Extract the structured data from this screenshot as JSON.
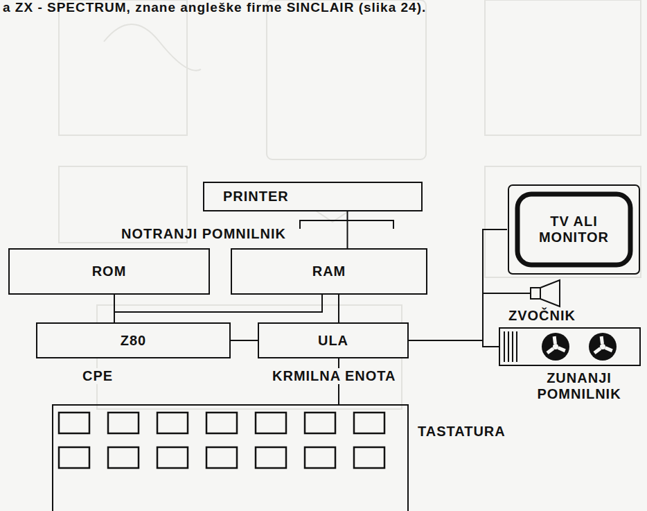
{
  "diagram": {
    "nodes": [
      {
        "text": [
          "PRINTER"
        ]
      },
      {
        "text": [
          "ROM"
        ]
      },
      {
        "text": [
          "RAM"
        ]
      },
      {
        "text": [
          "Z80",
          "CPE"
        ]
      },
      {
        "text": [
          "ULA",
          "KRMILNA ENOTA"
        ]
      },
      {
        "text": [
          "TV ALI MONITOR"
        ]
      },
      {
        "text": [
          "ZVOČNIK"
        ]
      },
      {
        "text": [
          "ZUNANJI POMNILNIK"
        ]
      },
      {
        "text": [
          "TASTATURA"
        ]
      }
    ],
    "edges": [
      {
        "from": 0,
        "to": 2,
        "arrow": "none"
      },
      {
        "from": 3,
        "to": 1,
        "arrow": "none"
      },
      {
        "from": 3,
        "to": 2,
        "arrow": "none"
      },
      {
        "from": 3,
        "to": 4,
        "arrow": "none"
      },
      {
        "from": 2,
        "to": 4,
        "arrow": "none"
      },
      {
        "from": 4,
        "to": 5,
        "arrow": "none"
      },
      {
        "from": 4,
        "to": 6,
        "arrow": "none"
      },
      {
        "from": 4,
        "to": 7,
        "arrow": "none"
      },
      {
        "from": 4,
        "to": 8,
        "arrow": "none"
      }
    ],
    "labels": [
      "a ZX - SPECTRUM, znane angleške firme SINCLAIR (slika 24).",
      "NOTRANJI POMNILNIK"
    ]
  }
}
